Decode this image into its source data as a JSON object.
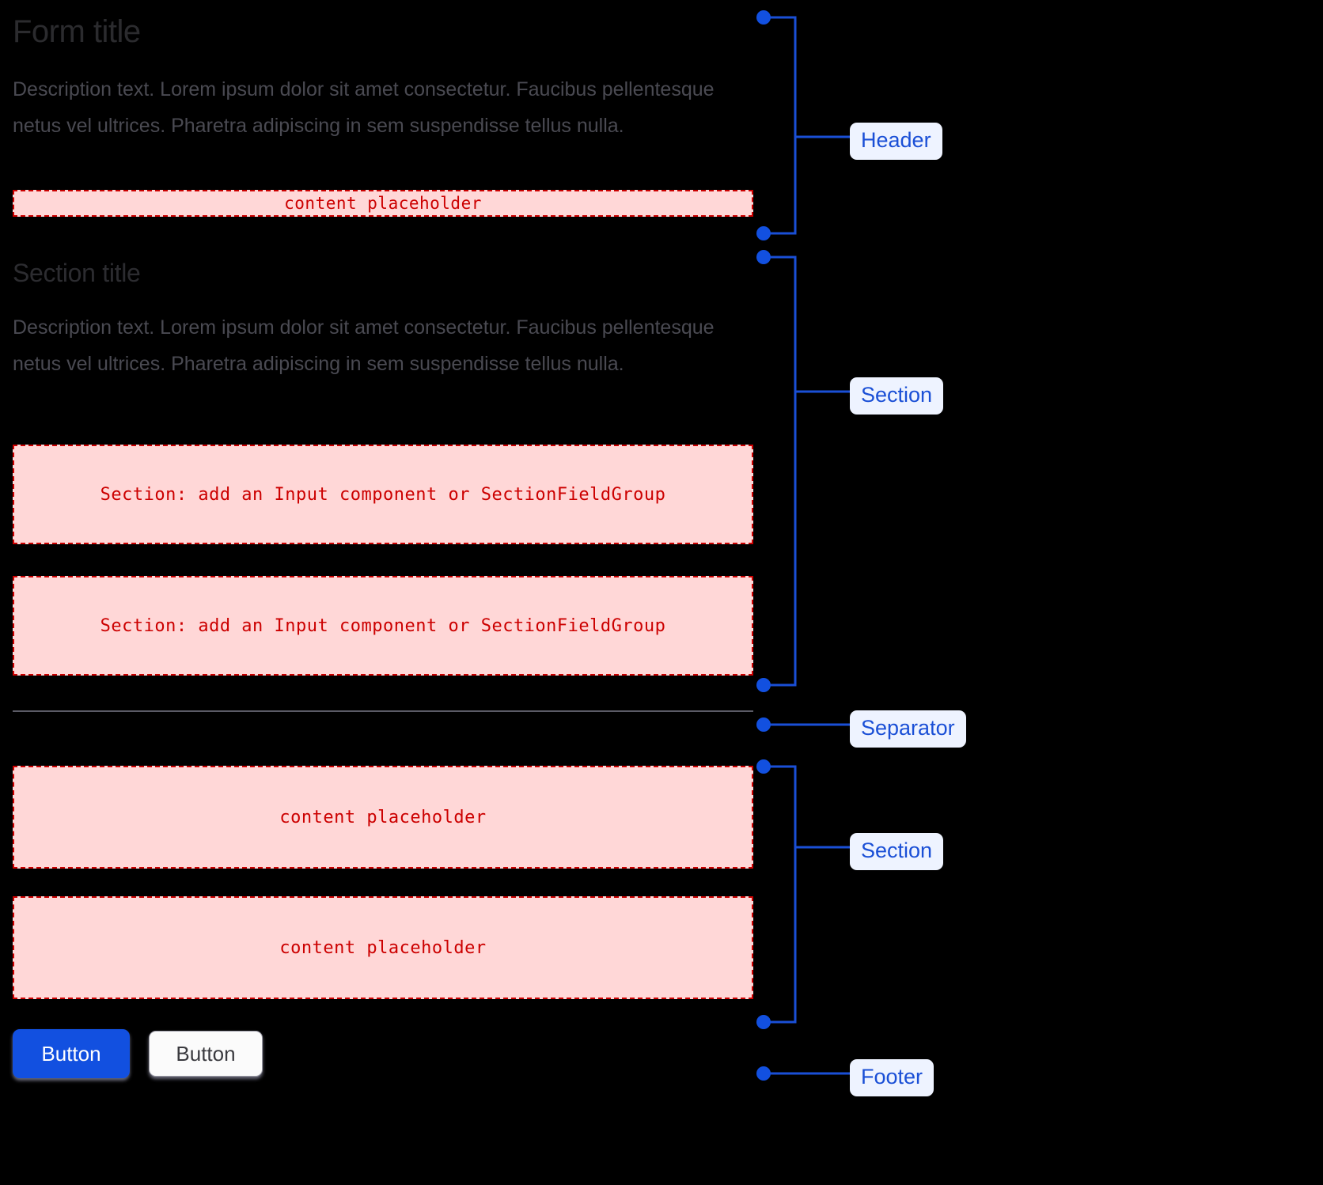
{
  "header": {
    "title": "Form title",
    "description": "Description text. Lorem ipsum dolor sit amet consectetur. Faucibus pellentesque netus vel ultrices. Pharetra adipiscing in sem suspendisse tellus nulla.",
    "placeholder": "content placeholder"
  },
  "section": {
    "title": "Section title",
    "description": "Description text. Lorem ipsum dolor sit amet consectetur. Faucibus pellentesque netus vel ultrices. Pharetra adipiscing in sem suspendisse tellus nulla.",
    "field_placeholder_1": "Section: add an Input component or SectionFieldGroup",
    "field_placeholder_2": "Section: add an Input component or SectionFieldGroup"
  },
  "section_two": {
    "placeholder_1": "content placeholder",
    "placeholder_2": "content placeholder"
  },
  "footer": {
    "primary_button": "Button",
    "secondary_button": "Button"
  },
  "annotations": [
    {
      "id": "header",
      "label": "Header"
    },
    {
      "id": "section",
      "label": "Section"
    },
    {
      "id": "separator",
      "label": "Separator"
    },
    {
      "id": "section-2",
      "label": "Section"
    },
    {
      "id": "footer",
      "label": "Footer"
    }
  ],
  "colors": {
    "background": "#000000",
    "annotation_blue": "#1a4fd6",
    "annotation_label_bg": "#eef3ff",
    "placeholder_fill": "#ffd7d7",
    "placeholder_border": "#cc0000",
    "placeholder_text": "#cc0000",
    "primary_button_bg": "#1250e0",
    "secondary_button_bg": "#fbfbfb",
    "separator_line": "#5b5b66",
    "title_text": "#2b2b2e",
    "description_text": "#4a4a52"
  }
}
